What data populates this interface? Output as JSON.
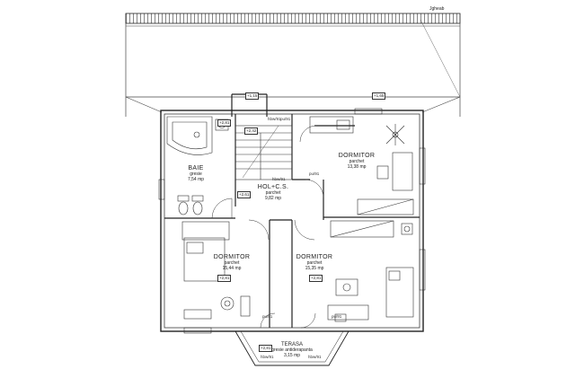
{
  "roof_label": "Jgheab",
  "rooms": {
    "baie": {
      "name": "BAIE",
      "floor": "gresie",
      "area": "7,54 mp",
      "level": "+2,81"
    },
    "hol": {
      "name": "HOL+C.S.",
      "floor": "parchet",
      "area": "9,82 mp"
    },
    "dormitor_ne": {
      "name": "DORMITOR",
      "floor": "parchet",
      "area": "13,38 mp"
    },
    "dormitor_sw": {
      "name": "DORMITOR",
      "floor": "parchet",
      "area": "15,44 mp",
      "level": "+2,81"
    },
    "dormitor_s": {
      "name": "DORMITOR",
      "floor": "parchet",
      "area": "15,35 mp",
      "level": "+2,81"
    },
    "terasa": {
      "name": "TERASA",
      "floor": "gresie antiderapanta",
      "area": "3,15 mp"
    }
  },
  "level_tags": {
    "roof_left": "+1,15",
    "roof_right": "+1,65",
    "stair_top": "+2,42",
    "stair_mid": "+2,61",
    "terasa": "+2,81"
  },
  "small_labels": {
    "hbw_top": "hbw/91",
    "hbw_mid": "hbw/91",
    "hbw_terasa_left": "hbw/91",
    "hbw_terasa_right": "hbw/91",
    "pu_1": "pu/91",
    "pu_2": "pu/91",
    "pu_3": "pu/91",
    "pu_4": "pu/91"
  }
}
